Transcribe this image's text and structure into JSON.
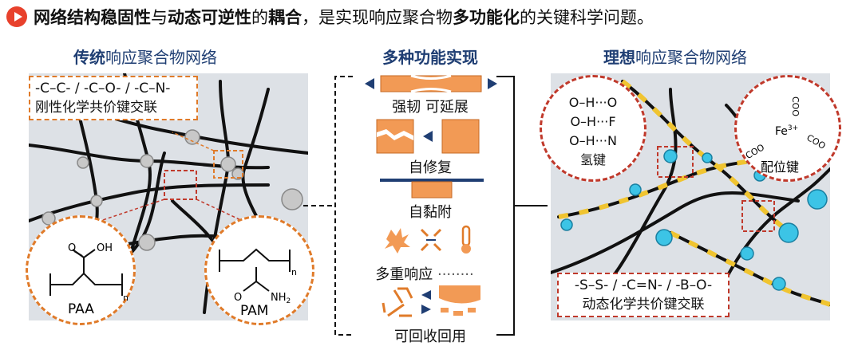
{
  "headline": {
    "part1": "网络结构稳固性",
    "part2": "与",
    "part3": "动态可逆性",
    "part4": "的",
    "part5": "耦合",
    "part6": "，是实现响应聚合物",
    "part7": "多功能化",
    "part8": "的关键科学问题。"
  },
  "left": {
    "title_bold": "传统",
    "title_rest": "响应聚合物网络",
    "bond_line1": "-C–C- / -C–O- / -C–N-",
    "bond_line2": "刚性化学共价键交联",
    "paa": {
      "label": "PAA",
      "o": "O",
      "oh": "OH",
      "n": "n"
    },
    "pam": {
      "label": "PAM",
      "o": "O",
      "nh2": "NH",
      "sub2": "2",
      "n": "n"
    }
  },
  "middle": {
    "title": "多种功能实现",
    "functions": [
      "强韧 可延展",
      "自修复",
      "自黏附",
      "多重响应",
      "可回收回用"
    ]
  },
  "right": {
    "title_bold": "理想",
    "title_rest": "响应聚合物网络",
    "hbond": {
      "line1": "O–H···O",
      "line2": "O–H···F",
      "line3": "O–H···N",
      "label": "氢键"
    },
    "coord": {
      "metal": "Fe",
      "charge": "3+",
      "ligand": "COO",
      "label": "配位键"
    },
    "bond_line1": "-S–S- / -C=N- / -B–O-",
    "bond_line2": "动态化学共价键交联"
  },
  "colors": {
    "accent": "#e8412c",
    "title_blue": "#1f3e73",
    "orange": "#e07b2a",
    "red_dash": "#c0392b",
    "node_blue": "#3cc4e6",
    "dynamic_yellow": "#f0c430"
  }
}
